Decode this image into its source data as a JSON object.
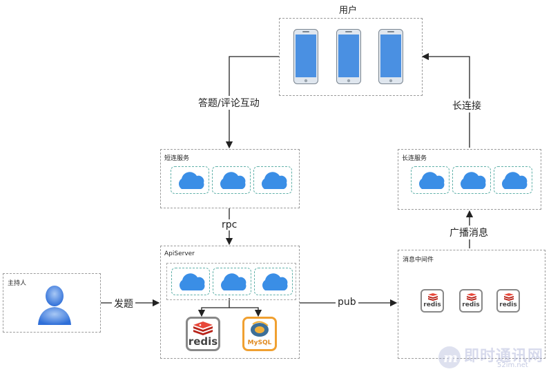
{
  "user_box": {
    "title": "用户"
  },
  "short_service": {
    "title": "短连服务"
  },
  "long_service": {
    "title": "长连服务"
  },
  "api_server": {
    "title": "ApiServer"
  },
  "mq": {
    "title": "消息中间件"
  },
  "host": {
    "title": "主持人"
  },
  "edges": {
    "answer": "答题/评论互动",
    "long_conn": "长连接",
    "rpc": "rpc",
    "broadcast": "广播消息",
    "publish_question": "发题",
    "pub": "pub"
  },
  "logos": {
    "redis": "redis",
    "mysql": "MySQL"
  },
  "watermark": {
    "text": "即时通讯网",
    "sub": "52im.net"
  },
  "colors": {
    "cloud": "#3a8ee6",
    "phone": "#4a90e2",
    "redis": "#d82c20",
    "mysql_border": "#f0a030"
  }
}
